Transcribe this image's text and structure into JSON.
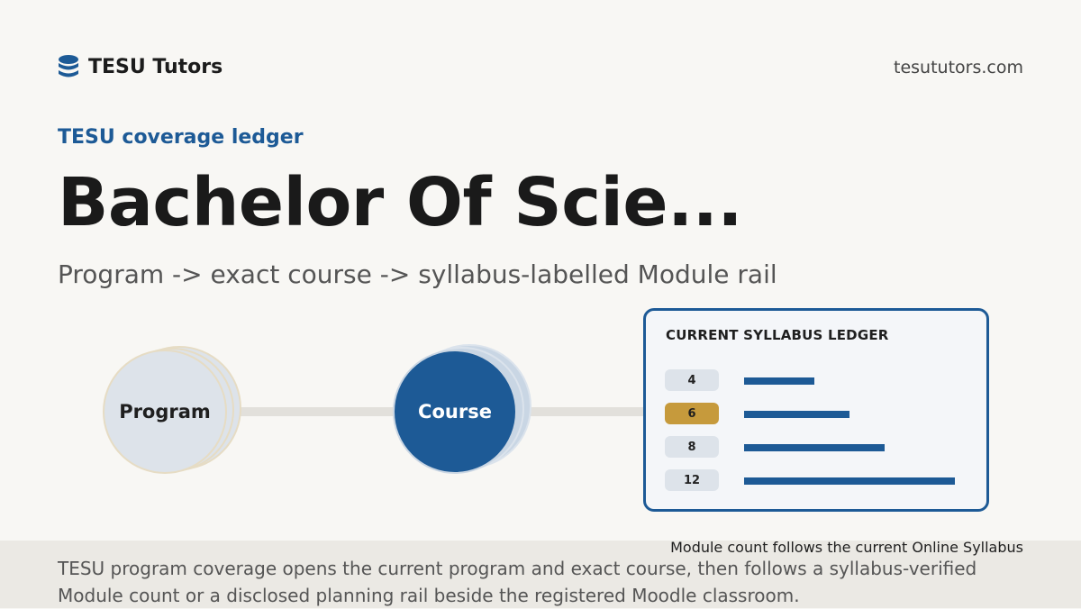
{
  "brand": {
    "name": "TESU Tutors",
    "icon": "database-stack-icon",
    "site": "tesututors.com"
  },
  "hero": {
    "eyebrow": "TESU coverage ledger",
    "title": "Bachelor Of Scie...",
    "subtitle": "Program -> exact course -> syllabus-labelled Module rail"
  },
  "flow": {
    "program_label": "Program",
    "course_label": "Course"
  },
  "ledger": {
    "title": "CURRENT SYLLABUS LEDGER",
    "rows": [
      {
        "label": "4",
        "value": 4,
        "active": false
      },
      {
        "label": "6",
        "value": 6,
        "active": true
      },
      {
        "label": "8",
        "value": 8,
        "active": false
      },
      {
        "label": "12",
        "value": 12,
        "active": false
      }
    ],
    "caption": "Module count follows the current Online Syllabus"
  },
  "footer": {
    "text": "TESU program coverage opens the current program and exact course, then follows a syllabus-verified Module count or a disclosed planning rail beside the registered Moodle classroom."
  },
  "colors": {
    "accent": "#1d5a96",
    "highlight": "#c69a3c",
    "background": "#f8f7f4"
  }
}
